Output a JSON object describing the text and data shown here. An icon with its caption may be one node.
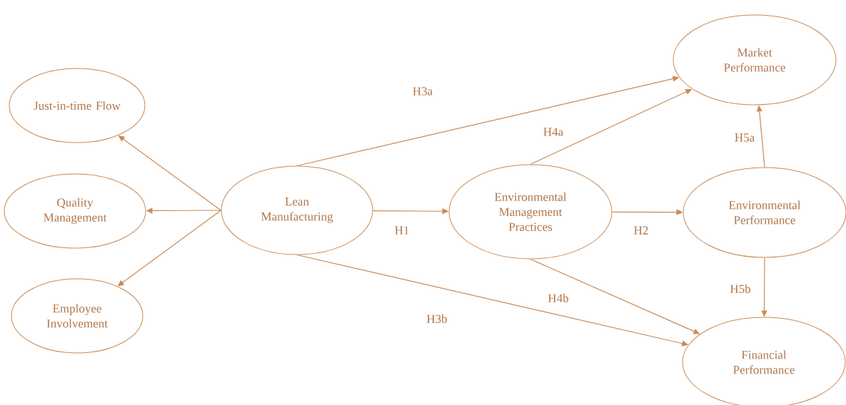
{
  "diagram": {
    "nodes": [
      {
        "text": [
          "Just-in-time Flow"
        ]
      },
      {
        "text": [
          "Quality Management"
        ]
      },
      {
        "text": [
          "Employee Involvement"
        ]
      },
      {
        "text": [
          "Lean Manufacturing"
        ]
      },
      {
        "text": [
          "Market Performance"
        ]
      },
      {
        "text": [
          "Environmental Management Practices"
        ]
      },
      {
        "text": [
          "Environmental Performance"
        ]
      },
      {
        "text": [
          "Financial Performance"
        ]
      }
    ],
    "edges": [
      {
        "from": 3,
        "to": 0,
        "arrow": "to"
      },
      {
        "from": 3,
        "to": 1,
        "arrow": "to"
      },
      {
        "from": 3,
        "to": 2,
        "arrow": "to"
      },
      {
        "from": 3,
        "to": 4,
        "arrow": "to",
        "label": "H3a"
      },
      {
        "from": 3,
        "to": 5,
        "arrow": "to",
        "label": "H1"
      },
      {
        "from": 3,
        "to": 7,
        "arrow": "to",
        "label": "H3b"
      },
      {
        "from": 5,
        "to": 4,
        "arrow": "to",
        "label": "H4a"
      },
      {
        "from": 5,
        "to": 6,
        "arrow": "to",
        "label": "H2"
      },
      {
        "from": 5,
        "to": 7,
        "arrow": "to",
        "label": "H4b"
      },
      {
        "from": 6,
        "to": 4,
        "arrow": "to",
        "label": "H5a"
      },
      {
        "from": 6,
        "to": 7,
        "arrow": "to",
        "label": "H5b"
      }
    ]
  }
}
